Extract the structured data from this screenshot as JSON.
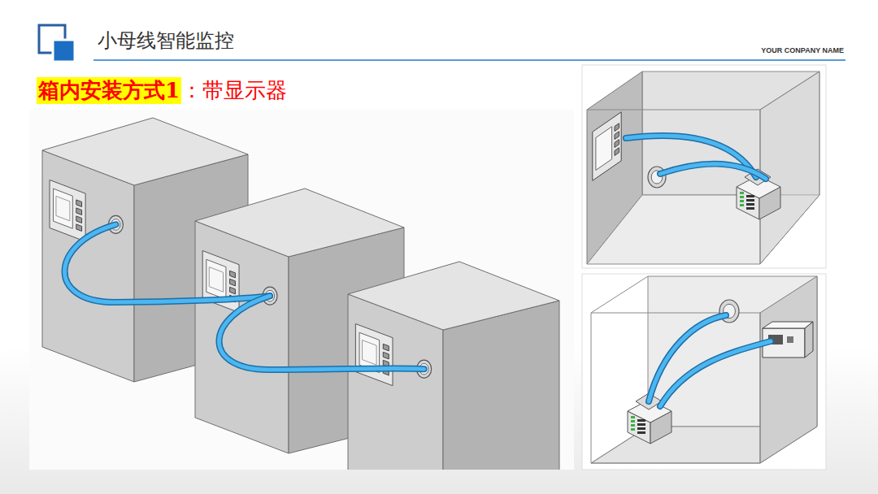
{
  "diagram": {
    "title": "小母线智能监控",
    "labels": [
      "YOUR CONPANY NAME",
      "箱内安装方式1",
      "：带显示器"
    ]
  }
}
